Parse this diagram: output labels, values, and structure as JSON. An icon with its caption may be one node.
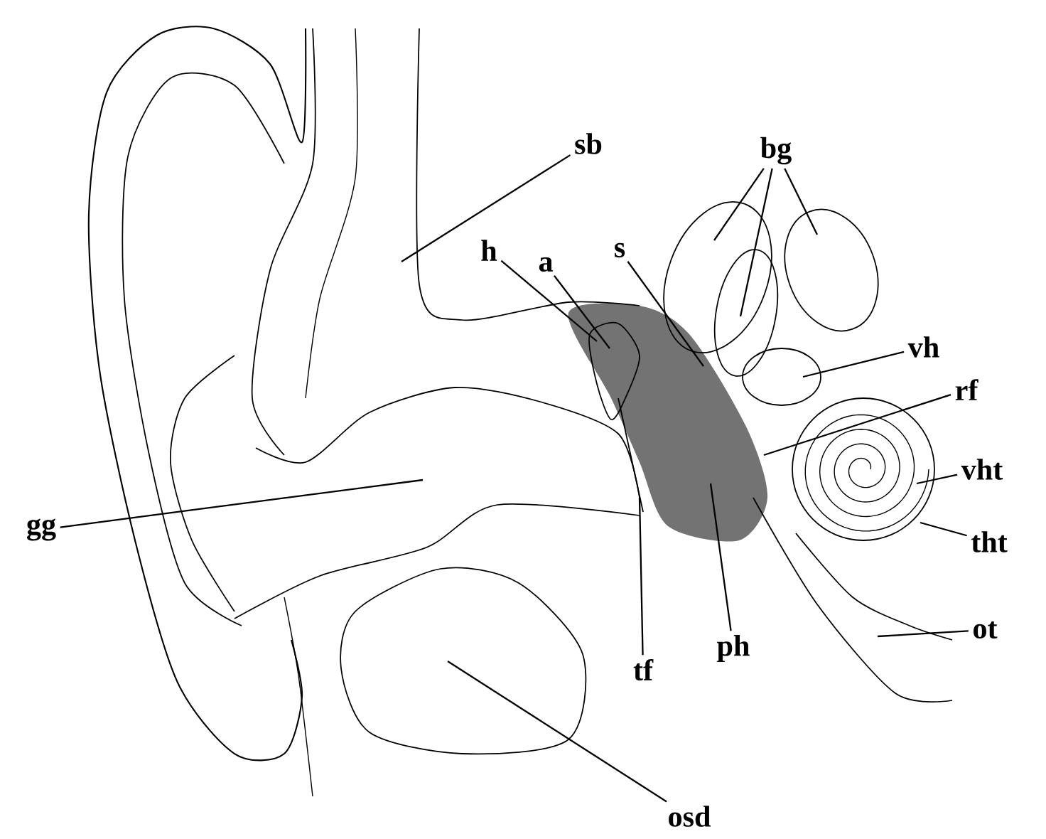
{
  "diagram": {
    "nodes": [
      {
        "text": [
          "sb"
        ]
      },
      {
        "text": [
          "bg"
        ]
      },
      {
        "text": [
          "h"
        ]
      },
      {
        "text": [
          "a"
        ]
      },
      {
        "text": [
          "s"
        ]
      },
      {
        "text": [
          "vh"
        ]
      },
      {
        "text": [
          "rf"
        ]
      },
      {
        "text": [
          "vht"
        ]
      },
      {
        "text": [
          "gg"
        ]
      },
      {
        "text": [
          "tht"
        ]
      },
      {
        "text": [
          "ot"
        ]
      },
      {
        "text": [
          "tf"
        ]
      },
      {
        "text": [
          "ph"
        ]
      },
      {
        "text": [
          "osd"
        ]
      }
    ],
    "edges": [
      {
        "from": 0,
        "to": null,
        "arrow": "none"
      },
      {
        "from": 1,
        "to": null,
        "arrow": "none"
      },
      {
        "from": 1,
        "to": null,
        "arrow": "none"
      },
      {
        "from": 1,
        "to": null,
        "arrow": "none"
      },
      {
        "from": 2,
        "to": null,
        "arrow": "none"
      },
      {
        "from": 3,
        "to": null,
        "arrow": "none"
      },
      {
        "from": 4,
        "to": null,
        "arrow": "none"
      },
      {
        "from": 5,
        "to": null,
        "arrow": "none"
      },
      {
        "from": 6,
        "to": null,
        "arrow": "none"
      },
      {
        "from": 7,
        "to": null,
        "arrow": "none"
      },
      {
        "from": 8,
        "to": null,
        "arrow": "none"
      },
      {
        "from": 9,
        "to": null,
        "arrow": "none"
      },
      {
        "from": 10,
        "to": null,
        "arrow": "none"
      },
      {
        "from": 11,
        "to": null,
        "arrow": "none"
      },
      {
        "from": 12,
        "to": null,
        "arrow": "none"
      },
      {
        "from": 13,
        "to": null,
        "arrow": "none"
      }
    ]
  }
}
